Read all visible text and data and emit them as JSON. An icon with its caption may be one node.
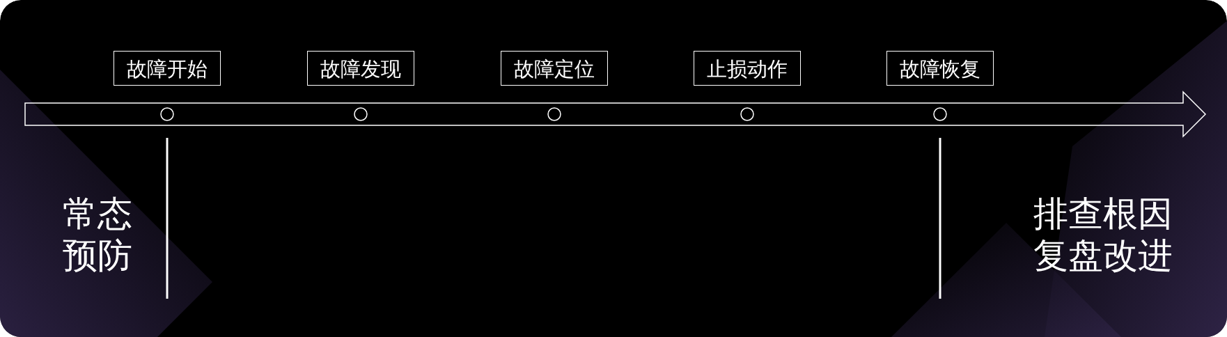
{
  "diagram": {
    "nodes": [
      {
        "text": [
          "故障开始"
        ]
      },
      {
        "text": [
          "故障发现"
        ]
      },
      {
        "text": [
          "故障定位"
        ]
      },
      {
        "text": [
          "止损动作"
        ]
      },
      {
        "text": [
          "故障恢复"
        ]
      }
    ],
    "labels": [
      "常态预防",
      "排查根因复盘改进"
    ]
  }
}
